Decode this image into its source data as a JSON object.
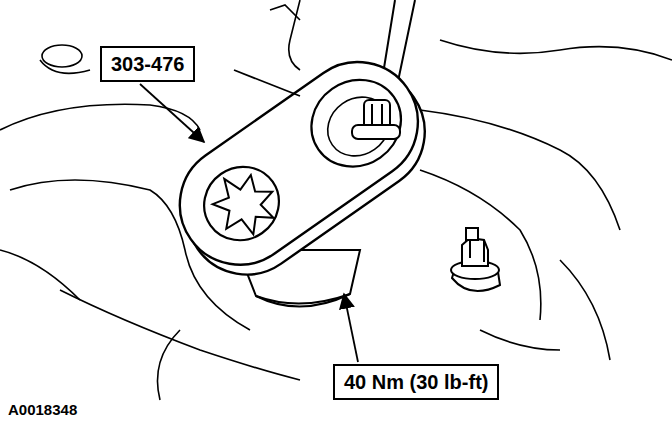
{
  "diagram": {
    "labels": [
      "303-476",
      "40 Nm (30 lb-ft)",
      "A0018348"
    ]
  }
}
